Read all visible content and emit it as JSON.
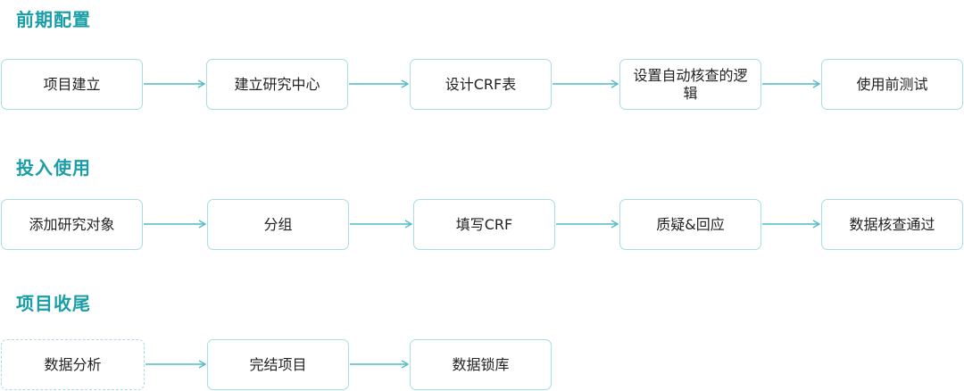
{
  "sections": [
    {
      "title": "前期配置",
      "steps": [
        "项目建立",
        "建立研究中心",
        "设计CRF表",
        "设置自动核查的逻辑",
        "使用前测试"
      ]
    },
    {
      "title": "投入使用",
      "steps": [
        "添加研究对象",
        "分组",
        "填写CRF",
        "质疑&回应",
        "数据核查通过"
      ]
    },
    {
      "title": "项目收尾",
      "steps": [
        "数据分析",
        "完结项目",
        "数据锁库"
      ]
    }
  ],
  "colors": {
    "title": "#1a9ea6",
    "node_border": "#a8dde2",
    "arrow": "#4fbcc6",
    "text": "#222222"
  }
}
